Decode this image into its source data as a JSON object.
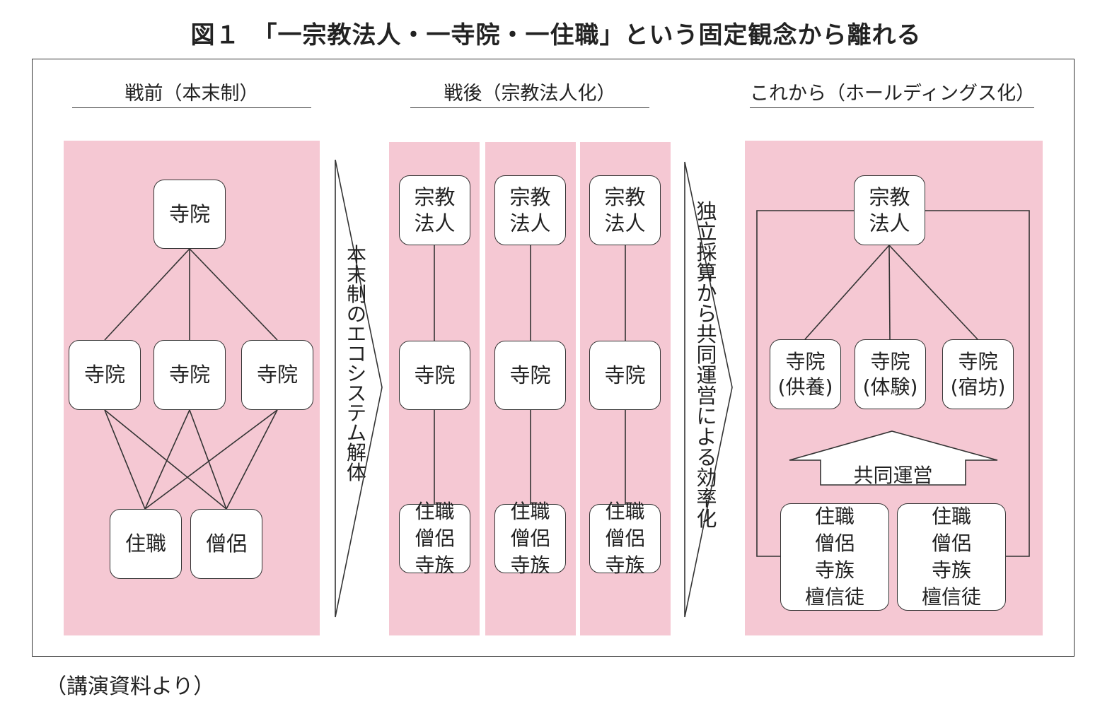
{
  "title": "図１　「一宗教法人・一寺院・一住職」という固定観念から離れる",
  "sections": {
    "prewar": "戦前（本末制）",
    "postwar": "戦後（宗教法人化）",
    "future": "これから（ホールディングス化）"
  },
  "arrow1_text": "本末制のエコシステム解体",
  "arrow2_text": "独立採算から共同運営による効率化",
  "prewar": {
    "top": "寺院",
    "mid": [
      "寺院",
      "寺院",
      "寺院"
    ],
    "bottom": [
      "住職",
      "僧侶"
    ]
  },
  "postwar": {
    "columns": [
      {
        "top": "宗教\n法人",
        "mid": "寺院",
        "bottom": "住職\n僧侶\n寺族"
      },
      {
        "top": "宗教\n法人",
        "mid": "寺院",
        "bottom": "住職\n僧侶\n寺族"
      },
      {
        "top": "宗教\n法人",
        "mid": "寺院",
        "bottom": "住職\n僧侶\n寺族"
      }
    ]
  },
  "future": {
    "top": "宗教\n法人",
    "mid": [
      "寺院\n(供養)",
      "寺院\n(体験)",
      "寺院\n(宿坊)"
    ],
    "joint": "共同運営",
    "bottom": [
      "住職\n僧侶\n寺族\n檀信徒",
      "住職\n僧侶\n寺族\n檀信徒"
    ]
  },
  "caption": "（講演資料より）",
  "colors": {
    "panel": "#f5c8d3",
    "line": "#333333"
  }
}
